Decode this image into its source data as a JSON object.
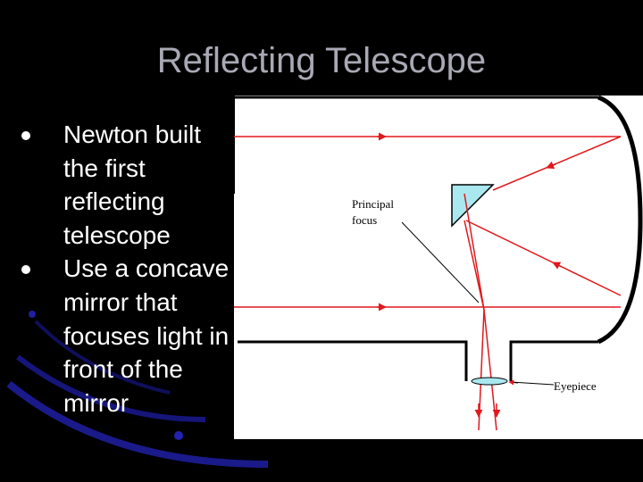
{
  "slide": {
    "title": "Reflecting Telescope",
    "bullets": [
      "Newton built the first reflecting telescope",
      "Use a concave mirror that focuses light in front of the mirror"
    ]
  },
  "diagram": {
    "labels": {
      "principal_focus_line1": "Principal",
      "principal_focus_line2": "focus",
      "eyepiece": "Eyepiece"
    }
  },
  "colors": {
    "background": "#000000",
    "title": "#a9a9b4",
    "body_text": "#ffffff",
    "light_ray": "#e0191d",
    "diagram_background": "#ffffff",
    "flat_mirror": "#a9e8ef"
  }
}
